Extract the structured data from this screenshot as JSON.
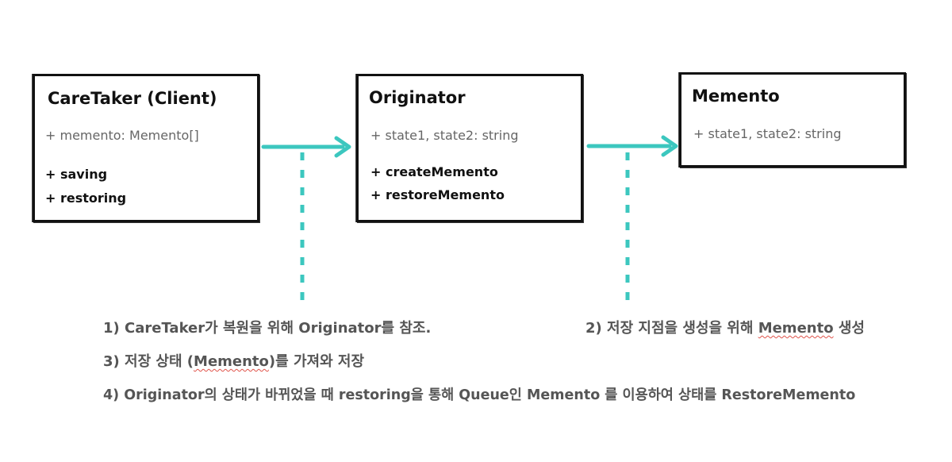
{
  "colors": {
    "accent": "#3cc7bf",
    "ink": "#111111",
    "muted": "#666666",
    "note": "#555555"
  },
  "boxes": {
    "caretaker": {
      "title": "CareTaker (Client)",
      "attribute": "+ memento: Memento[]",
      "methods": [
        "+ saving",
        "+ restoring"
      ]
    },
    "originator": {
      "title": "Originator",
      "attribute": "+ state1, state2: string",
      "methods": [
        "+ createMemento",
        "+ restoreMemento"
      ]
    },
    "memento": {
      "title": "Memento",
      "attribute": "+ state1, state2: string"
    }
  },
  "notes": {
    "note1": "1) CareTaker가 복원을 위해 Originator를 참조.",
    "note2": {
      "before": "2) 저장 지점을 생성을 위해 ",
      "highlight": "Memento",
      "after": " 생성"
    },
    "note3": {
      "before": "3) 저장 상태 (",
      "highlight": "Memento",
      "after": ")를 가져와 저장"
    },
    "note4": "4) Originator의 상태가 바뀌었을 때 restoring을 통해 Queue인 Memento 를 이용하여 상태를 RestoreMemento"
  }
}
